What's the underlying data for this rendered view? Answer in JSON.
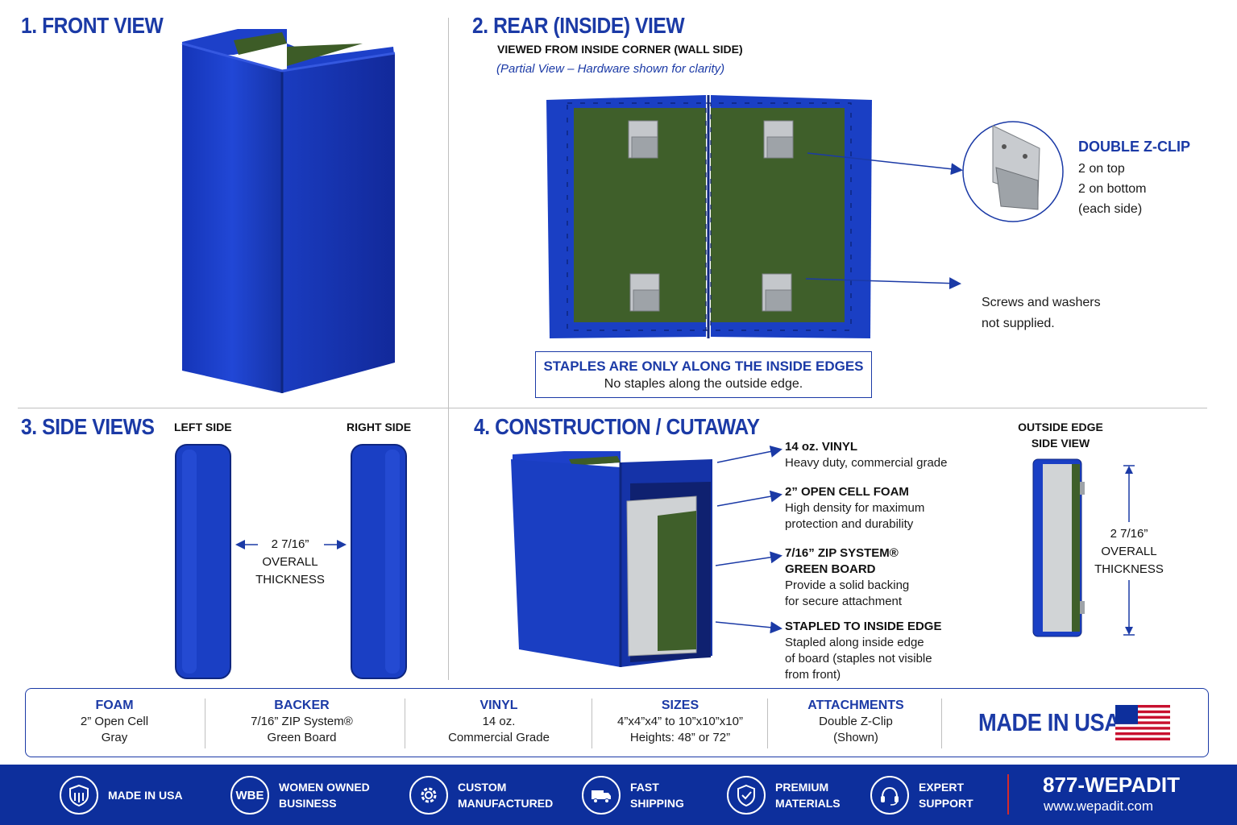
{
  "front_view": {
    "title": "1. FRONT VIEW"
  },
  "rear_view": {
    "title": "2. REAR (INSIDE) VIEW",
    "subtitle": "VIEWED FROM INSIDE CORNER (WALL SIDE)",
    "note": "(Partial View – Hardware shown for clarity)",
    "clip": {
      "title": "DOUBLE Z-CLIP",
      "line1": "2 on top",
      "line2": "2 on bottom",
      "line3": "(each side)"
    },
    "screws": {
      "line1": "Screws and washers",
      "line2": "not supplied."
    },
    "staples": {
      "title": "STAPLES ARE ONLY ALONG THE INSIDE EDGES",
      "body": "No staples along the outside edge."
    }
  },
  "side_views": {
    "title": "3. SIDE VIEWS",
    "left_label": "LEFT SIDE",
    "right_label": "RIGHT SIDE",
    "dim1": "2 7/16”",
    "dim2": "OVERALL",
    "dim3": "THICKNESS"
  },
  "construction": {
    "title": "4. CONSTRUCTION / CUTAWAY",
    "items": [
      {
        "head1": "14 oz. VINYL",
        "head2": "",
        "body1": "Heavy duty, commercial grade",
        "body2": "",
        "body3": ""
      },
      {
        "head1": "2” OPEN CELL FOAM",
        "head2": "",
        "body1": "High density for maximum",
        "body2": "protection and durability",
        "body3": ""
      },
      {
        "head1": "7/16” ZIP SYSTEM®",
        "head2": "GREEN BOARD",
        "body1": "Provide a solid backing",
        "body2": "for secure attachment",
        "body3": ""
      },
      {
        "head1": "STAPLED TO INSIDE EDGE",
        "head2": "",
        "body1": "Stapled along inside edge",
        "body2": "of board (staples not visible",
        "body3": "from front)"
      }
    ],
    "edge_title1": "OUTSIDE EDGE",
    "edge_title2": "SIDE VIEW",
    "edge_dim1": "2 7/16”",
    "edge_dim2": "OVERALL",
    "edge_dim3": "THICKNESS"
  },
  "specs": [
    {
      "head": "FOAM",
      "line1": "2” Open Cell",
      "line2": "Gray"
    },
    {
      "head": "BACKER",
      "line1": "7/16” ZIP System®",
      "line2": "Green Board"
    },
    {
      "head": "VINYL",
      "line1": "14 oz.",
      "line2": "Commercial Grade"
    },
    {
      "head": "SIZES",
      "line1": "4”x4”x4” to 10”x10”x10”",
      "line2": "Heights: 48” or 72”"
    },
    {
      "head": "ATTACHMENTS",
      "line1": "Double Z-Clip",
      "line2": "(Shown)"
    }
  ],
  "made_in_usa": "MADE IN USA",
  "footer": {
    "items": [
      {
        "line1": "MADE IN USA",
        "line2": "",
        "icon": "usa-shield-icon"
      },
      {
        "line1": "WOMEN OWNED",
        "line2": "BUSINESS",
        "icon": "wbe-icon",
        "icon_text": "WBE"
      },
      {
        "line1": "CUSTOM",
        "line2": "MANUFACTURED",
        "icon": "gear-icon"
      },
      {
        "line1": "FAST",
        "line2": "SHIPPING",
        "icon": "truck-icon"
      },
      {
        "line1": "PREMIUM",
        "line2": "MATERIALS",
        "icon": "shield-check-icon"
      },
      {
        "line1": "EXPERT",
        "line2": "SUPPORT",
        "icon": "headset-icon"
      }
    ],
    "phone": "877-WEPADIT",
    "website": "www.wepadit.com"
  },
  "colors": {
    "brand_blue": "#1b3aa6",
    "vinyl_blue": "#1a3fc4",
    "board_green": "#3f5f2a",
    "foam_gray": "#cfd2d4",
    "footer_blue": "#0d2f9c",
    "accent_red": "#d42a2a"
  }
}
